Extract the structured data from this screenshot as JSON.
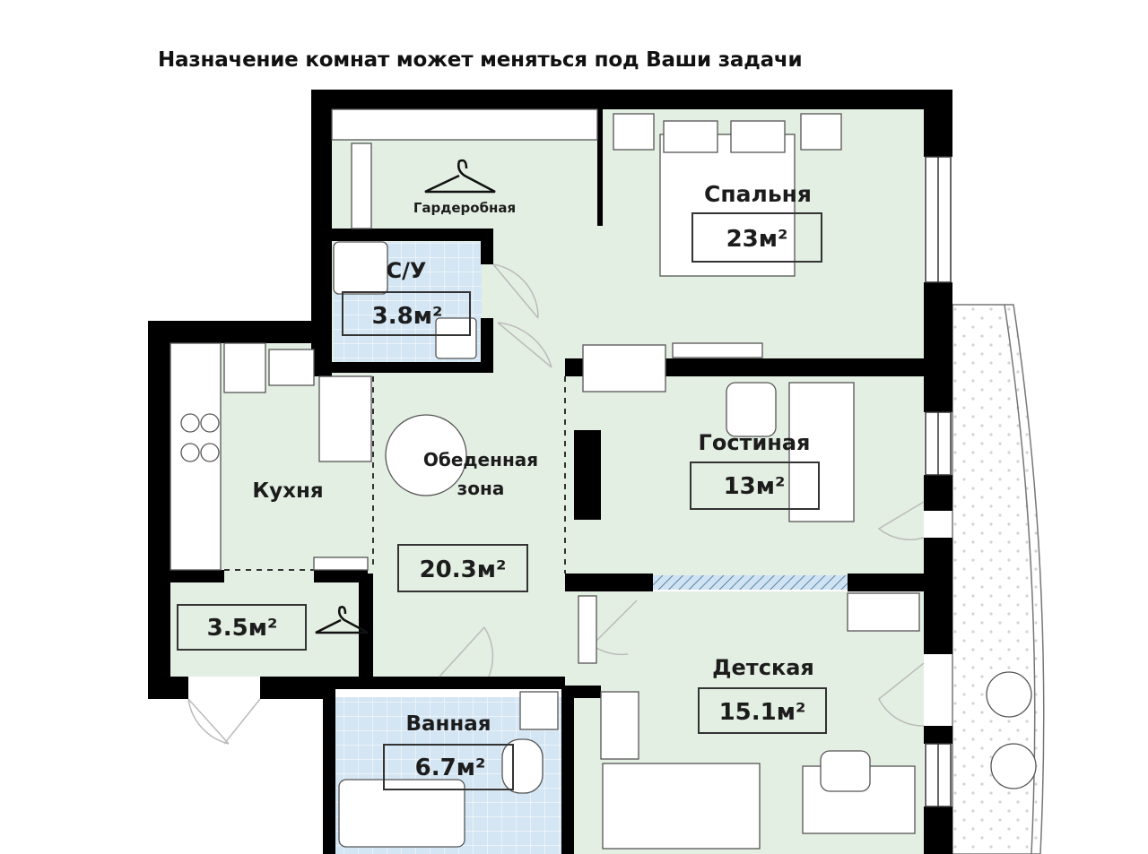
{
  "title": "Назначение комнат может меняться под Ваши задачи",
  "colors": {
    "room_fill": "#e4efe3",
    "tile_fill": "#d4e6f3",
    "wall": "#000000"
  },
  "rooms": {
    "wardrobe": {
      "name": "Гардеробная"
    },
    "bedroom": {
      "name": "Спальня",
      "area": "23м²"
    },
    "wc": {
      "name": "С/У",
      "area": "3.8м²"
    },
    "kitchen": {
      "name": "Кухня"
    },
    "dining": {
      "name": "Обеденная",
      "name2": "зона",
      "area": "20.3м²"
    },
    "living": {
      "name": "Гостиная",
      "area": "13м²"
    },
    "hall": {
      "area": "3.5м²"
    },
    "bathroom": {
      "name": "Ванная",
      "area": "6.7м²"
    },
    "kids": {
      "name": "Детская",
      "area": "15.1м²"
    }
  }
}
